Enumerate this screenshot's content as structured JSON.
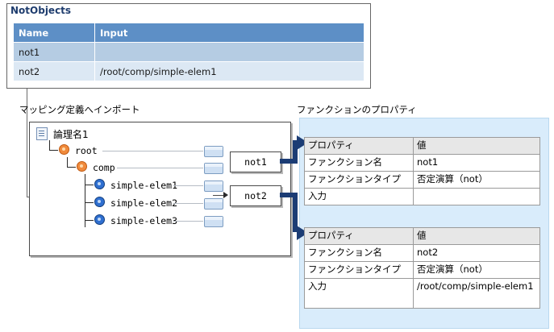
{
  "not_objects": {
    "title": "NotObjects",
    "columns": [
      "Name",
      "Input"
    ],
    "rows": [
      {
        "name": "not1",
        "input": ""
      },
      {
        "name": "not2",
        "input": "/root/comp/simple-elem1"
      }
    ],
    "header_color": "#5d8fc6",
    "row_colors": [
      "#b5cce3",
      "#dce8f4"
    ]
  },
  "labels": {
    "mapping_import": "マッピング定義へインポート",
    "function_properties": "ファンクションのプロパティ"
  },
  "tree": {
    "root_label": "論理名1",
    "nodes": [
      {
        "label": "root"
      },
      {
        "label": "comp"
      },
      {
        "label": "simple-elem1"
      },
      {
        "label": "simple-elem2"
      },
      {
        "label": "simple-elem3"
      }
    ]
  },
  "function_boxes": [
    {
      "label": "not1"
    },
    {
      "label": "not2"
    }
  ],
  "property_tables": [
    {
      "columns": [
        "プロパティ",
        "値"
      ],
      "rows": [
        {
          "property": "ファンクション名",
          "value": "not1"
        },
        {
          "property": "ファンクションタイプ",
          "value": "否定演算（not）"
        },
        {
          "property": "入力",
          "value": ""
        }
      ]
    },
    {
      "columns": [
        "プロパティ",
        "値"
      ],
      "rows": [
        {
          "property": "ファンクション名",
          "value": "not2"
        },
        {
          "property": "ファンクションタイプ",
          "value": "否定演算（not）"
        },
        {
          "property": "入力",
          "value": "/root/comp/simple-elem1"
        }
      ]
    }
  ]
}
